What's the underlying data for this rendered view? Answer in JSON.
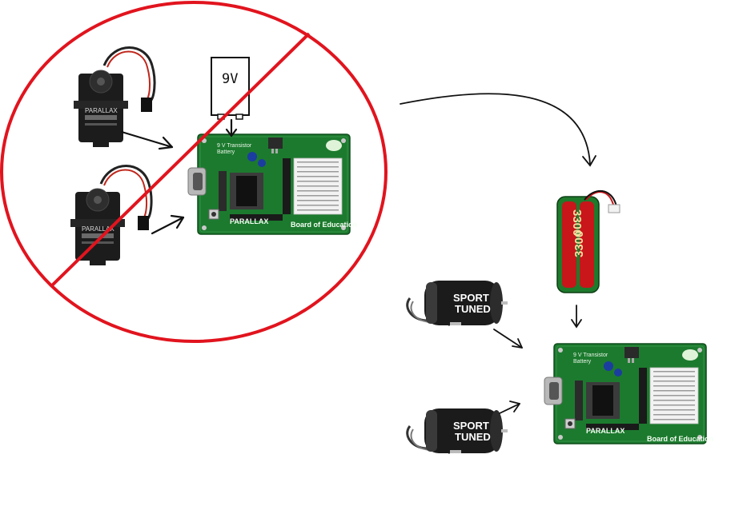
{
  "battery_label": "9V",
  "board": {
    "title": "9 V Transistor",
    "subtitle": "Battery",
    "brand": "PARALLAX",
    "footer": "Board of Education"
  },
  "battery_pack": {
    "rating_text": "3300"
  },
  "motors": {
    "brand_line1": "SPORT",
    "brand_line2": "TUNED"
  },
  "servo": {
    "brand": "PARALLAX"
  },
  "colors": {
    "prohibition_red": "#e1141e",
    "board_green": "#1c7a2e",
    "arrow": "#111111",
    "battery_green": "#1f7a2c",
    "battery_red": "#c8161a"
  }
}
